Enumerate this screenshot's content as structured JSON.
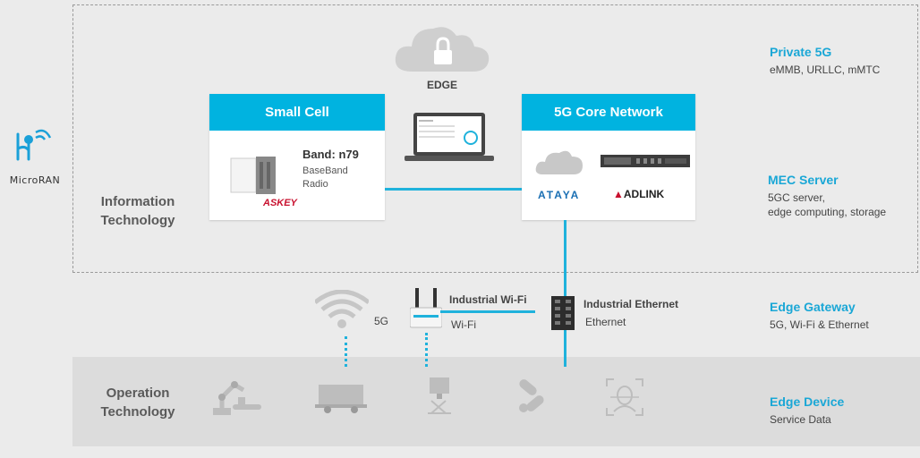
{
  "brand": {
    "name": "MicroRAN"
  },
  "sections": {
    "information_technology": "Information\nTechnology",
    "operation_technology": "Operation\nTechnology"
  },
  "edge_cloud": {
    "label": "EDGE",
    "icon": "lock-cloud-icon"
  },
  "small_cell": {
    "title": "Small Cell",
    "band": "Band: n79",
    "line1": "BaseBand",
    "line2": "Radio",
    "vendor_logo": "ASKEY"
  },
  "core_network": {
    "title": "5G Core Network",
    "vendor_logos": [
      "ATAYA",
      "ADLINK"
    ]
  },
  "gateway": {
    "wifi_title": "Industrial Wi-Fi",
    "wifi_label": "Wi-Fi",
    "ethernet_title": "Industrial Ethernet",
    "ethernet_label": "Ethernet",
    "five_g_label": "5G"
  },
  "right_column": [
    {
      "title": "Private 5G",
      "sub": "eMMB, URLLC, mMTC"
    },
    {
      "title": "MEC Server",
      "sub": "5GC server,\nedge computing, storage"
    },
    {
      "title": "Edge Gateway",
      "sub": "5G, Wi-Fi & Ethernet"
    },
    {
      "title": "Edge Device",
      "sub": "Service Data"
    }
  ],
  "edge_devices": [
    "robot-arm-icon",
    "truck-icon",
    "machine-icon",
    "pills-icon",
    "face-scan-icon"
  ],
  "colors": {
    "accent": "#00b3e0",
    "link": "#1fb2dc",
    "title_blue": "#1aa7d6"
  }
}
